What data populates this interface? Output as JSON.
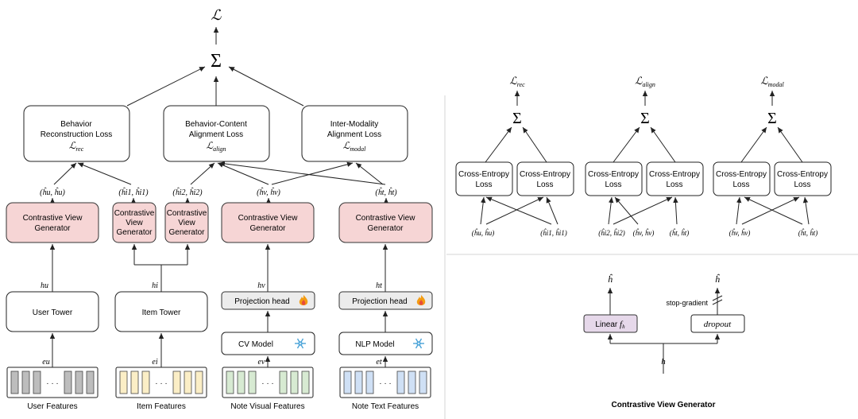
{
  "loss_total": "ℒ",
  "sum_symbol": "Σ",
  "losses": {
    "rec": {
      "line1": "Behavior",
      "line2": "Reconstruction Loss",
      "symbol": "ℒ",
      "sub": "rec"
    },
    "align": {
      "line1": "Behavior-Content",
      "line2": "Alignment Loss",
      "symbol": "ℒ",
      "sub": "align"
    },
    "modal": {
      "line1": "Inter-Modality",
      "line2": "Alignment Loss",
      "symbol": "ℒ",
      "sub": "modal"
    }
  },
  "pairs": {
    "user": "(ĥu, ĥu)",
    "item1": "(ĥi1, ĥi1)",
    "item2": "(ĥi2, ĥi2)",
    "visual": "(ĥv, ĥv)",
    "text": "(ĥt, ĥt)"
  },
  "generators": {
    "user": {
      "line1": "Contrastive View",
      "line2": "Generator"
    },
    "item_a": {
      "line1": "Contrastive",
      "line2": "View",
      "line3": "Generator"
    },
    "item_b": {
      "line1": "Contrastive",
      "line2": "View",
      "line3": "Generator"
    },
    "visual": {
      "line1": "Contrastive View",
      "line2": "Generator"
    },
    "text": {
      "line1": "Contrastive View",
      "line2": "Generator"
    }
  },
  "hidden": {
    "user": "hu",
    "item": "hi",
    "visual": "hv",
    "text": "ht"
  },
  "towers": {
    "user": "User Tower",
    "item": "Item Tower"
  },
  "projection": {
    "visual": "Projection head",
    "text": "Projection head",
    "icon": "fire-icon"
  },
  "models": {
    "cv": "CV Model",
    "nlp": "NLP Model",
    "icon": "snowflake-icon"
  },
  "embeddings": {
    "user": "eu",
    "item": "ei",
    "visual": "ev",
    "text": "et"
  },
  "feature_dots": "· · ·",
  "features": {
    "user": "User Features",
    "item": "Item Features",
    "visual": "Note Visual Features",
    "text": "Note Text Features"
  },
  "feature_colors": {
    "user": "#bdbdbd",
    "item": "#fbeec6",
    "visual": "#d7ead2",
    "text": "#cfe0f5"
  },
  "right_top": {
    "groups": [
      {
        "symbol": "ℒ",
        "sub": "rec",
        "ce1": "Cross-Entropy",
        "ce2": "Loss",
        "in1": "(ĥu, ĥu)",
        "in2": "(ĥi1, ĥi1)"
      },
      {
        "symbol": "ℒ",
        "sub": "align",
        "ce1": "Cross-Entropy",
        "ce2": "Loss",
        "in1": "(ĥi2, ĥi2)",
        "in2": "(ĥv, ĥv)",
        "in3": "(ĥt, ĥt)"
      },
      {
        "symbol": "ℒ",
        "sub": "modal",
        "ce1": "Cross-Entropy",
        "ce2": "Loss",
        "in1": "(ĥv, ĥv)",
        "in2": "(ĥt, ĥt)"
      }
    ]
  },
  "cvg": {
    "linear": "Linear ",
    "linear_f": "f",
    "linear_sub": "h",
    "dropout": "dropout",
    "stop_gradient": "stop-gradient",
    "h_hat_left": "ĥ",
    "h_hat_right": "ĥ",
    "h": "h",
    "title": "Contrastive View Generator"
  }
}
